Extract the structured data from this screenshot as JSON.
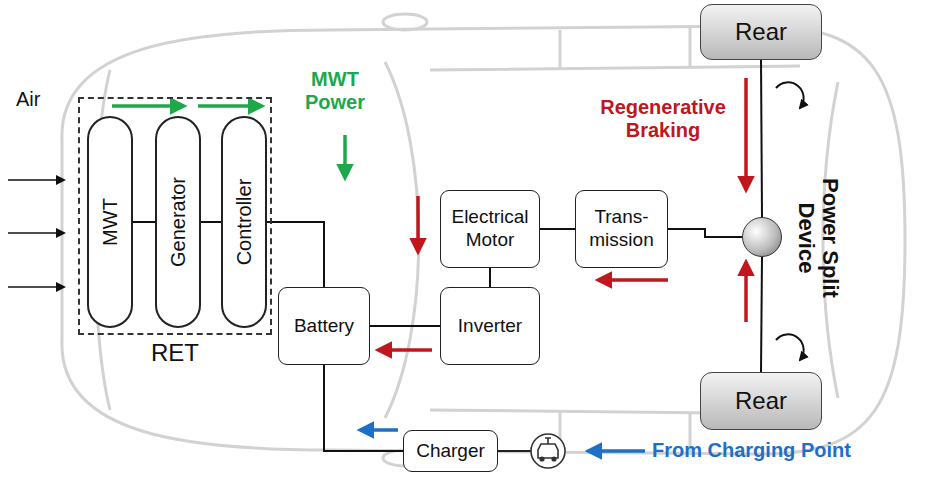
{
  "diagram": {
    "nodes": [
      {
        "text": [
          "RET"
        ]
      },
      {
        "text": [
          "MWT"
        ],
        "in": 0
      },
      {
        "text": [
          "Generator"
        ],
        "in": 0
      },
      {
        "text": [
          "Controller"
        ],
        "in": 0
      },
      {
        "text": [
          "Battery"
        ]
      },
      {
        "text": [
          "Electrical Motor"
        ]
      },
      {
        "text": [
          "Trans- mission"
        ]
      },
      {
        "text": [
          "Power Split Device"
        ]
      },
      {
        "text": [
          "Inverter"
        ]
      },
      {
        "text": [
          "Charger"
        ]
      },
      {
        "text": [
          "Rear"
        ]
      },
      {
        "text": [
          "Rear"
        ]
      }
    ],
    "edges": [
      {
        "from": 1,
        "to": 2,
        "arrow": "none"
      },
      {
        "from": 2,
        "to": 3,
        "arrow": "none"
      },
      {
        "from": 3,
        "to": 4,
        "arrow": "none"
      },
      {
        "from": 4,
        "to": 8,
        "arrow": "none"
      },
      {
        "from": 8,
        "to": 5,
        "arrow": "none"
      },
      {
        "from": 5,
        "to": 6,
        "arrow": "none"
      },
      {
        "from": 6,
        "to": 7,
        "arrow": "none"
      },
      {
        "from": 7,
        "to": 10,
        "arrow": "none"
      },
      {
        "from": 7,
        "to": 11,
        "arrow": "none"
      },
      {
        "from": 4,
        "to": 9,
        "arrow": "none"
      }
    ],
    "labels": [
      "Air",
      "MWT Power",
      "Regenerative Braking",
      "From Charging Point"
    ]
  }
}
